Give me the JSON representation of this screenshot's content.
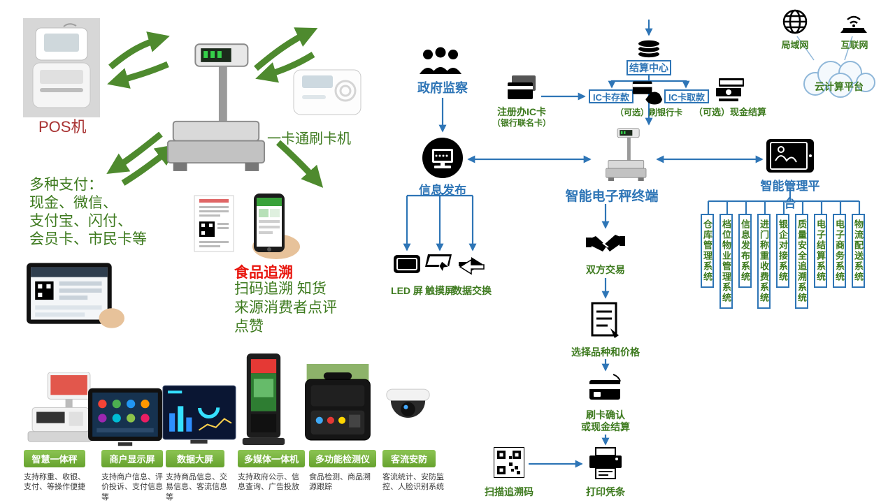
{
  "colors": {
    "accent_green": "#3d7a1e",
    "accent_blue": "#2e75b6",
    "arrow_green": "#4e8a2e",
    "button_green": "#76b043",
    "alert_red": "#e8150d",
    "pos_red": "#a83232"
  },
  "left": {
    "pos_label": "POS机",
    "card_reader_label": "一卡通刷卡机",
    "payments_lines": [
      "多种支付：",
      "现金、微信、",
      "支付宝、闪付、",
      "会员卡、市民卡等"
    ],
    "food_trace_title": "食品追溯",
    "food_trace_lines": [
      "扫码追溯  知货",
      "来源消费者点评",
      "点赞"
    ]
  },
  "products": [
    {
      "label": "智慧一体秤",
      "desc": "支持称重、收银、支付、等操作便捷"
    },
    {
      "label": "商户显示屏",
      "desc": "支持商户信息、评价投诉、支付信息等"
    },
    {
      "label": "数据大屏",
      "desc": "支持商品信息、交易信息、客流信息等"
    },
    {
      "label": "多媒体一体机",
      "desc": "支持政府公示、信息查询、广告投放"
    },
    {
      "label": "多功能检测仪",
      "desc": "食品检测、商品溯源跟踪"
    },
    {
      "label": "客流安防",
      "desc": "客流统计、安防监控、人脸识别系统"
    }
  ],
  "diagram": {
    "gov_label": "政府监察",
    "info_publish_label": "信息发布",
    "settlement_label": "结算中心",
    "register_ic_line1": "注册办IC卡",
    "register_ic_line2": "（银行联名卡）",
    "ic_deposit": "IC卡存款",
    "swipe_card_label": "（可选）刷银行卡",
    "ic_withdraw": "IC卡取款",
    "cash_label": "（可选）现金结算",
    "scale_terminal_label": "智能电子秤终端",
    "mgmt_platform_label": "智能管理平台",
    "lan_label": "局域网",
    "internet_label": "互联网",
    "cloud_label": "云计算平台",
    "led_label": "LED 屏",
    "touch_label": "触摸屏",
    "exchange_label": "数据交换",
    "trade_label": "双方交易",
    "select_label": "选择品种和价格",
    "confirm_line1": "刷卡确认",
    "confirm_line2": "或现金结算",
    "scan_label": "扫描追溯码",
    "print_label": "打印凭条",
    "systems": [
      "仓库管理系统",
      "档位物业管理系统",
      "信息发布系统",
      "进门称重收费系统",
      "银企对接系统",
      "质量安全追溯系统",
      "电子结算系统",
      "电子商务系统",
      "物流配送系统"
    ]
  }
}
